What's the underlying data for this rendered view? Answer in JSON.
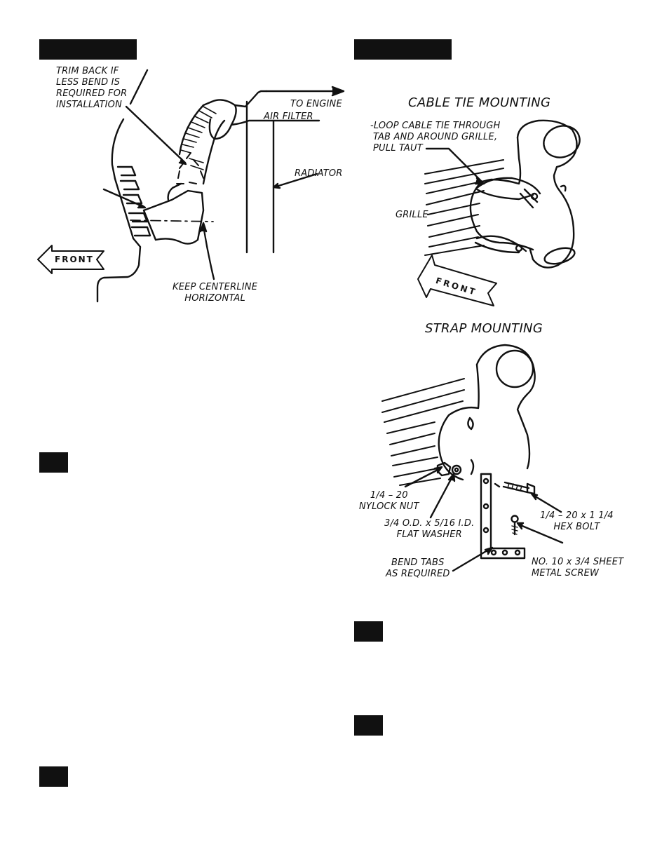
{
  "figure_left": {
    "trim_note": [
      "TRIM BACK IF",
      "LESS BEND IS",
      "REQUIRED FOR",
      "INSTALLATION"
    ],
    "to_engine": "TO ENGINE",
    "air_filter": "AIR FILTER",
    "radiator": "RADIATOR",
    "front": "FRONT",
    "centerline": [
      "KEEP CENTERLINE",
      "HORIZONTAL"
    ]
  },
  "figure_cable": {
    "title": "CABLE TIE MOUNTING",
    "loop_note": [
      "-LOOP CABLE TIE THROUGH",
      "TAB AND AROUND GRILLE,",
      "PULL TAUT"
    ],
    "grille": "GRILLE",
    "front": "FRONT"
  },
  "figure_strap": {
    "title": "STRAP MOUNTING",
    "nut": [
      "1/4 – 20",
      "NYLOCK NUT"
    ],
    "washer": [
      "3/4 O.D. x 5/16 I.D.",
      "FLAT WASHER"
    ],
    "bend": [
      "BEND TABS",
      "AS REQUIRED"
    ],
    "bolt": [
      "1/4 – 20 x 1 1/4",
      "HEX BOLT"
    ],
    "screw": [
      "NO. 10 x 3/4 SHEET",
      "METAL SCREW"
    ]
  }
}
